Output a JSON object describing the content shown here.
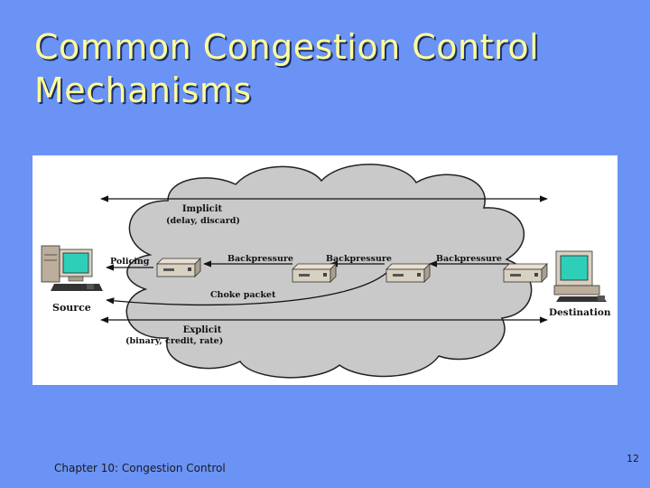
{
  "title": {
    "line1": "Common Congestion Control",
    "line2": "Mechanisms"
  },
  "diagram": {
    "implicit_label": "Implicit",
    "implicit_sub": "(delay, discard)",
    "policing_label": "Policing",
    "backpressure_label": "Backpressure",
    "choke_label": "Choke packet",
    "explicit_label": "Explicit",
    "explicit_sub": "(binary, credit, rate)",
    "source_label": "Source",
    "destination_label": "Destination"
  },
  "footer": {
    "chapter": "Chapter 10: Congestion Control",
    "page": "12"
  },
  "colors": {
    "background": "#6b93f5",
    "title": "#ffff99",
    "cloud": "#c9c9c9",
    "monitor_screen": "#2ecfb8"
  }
}
